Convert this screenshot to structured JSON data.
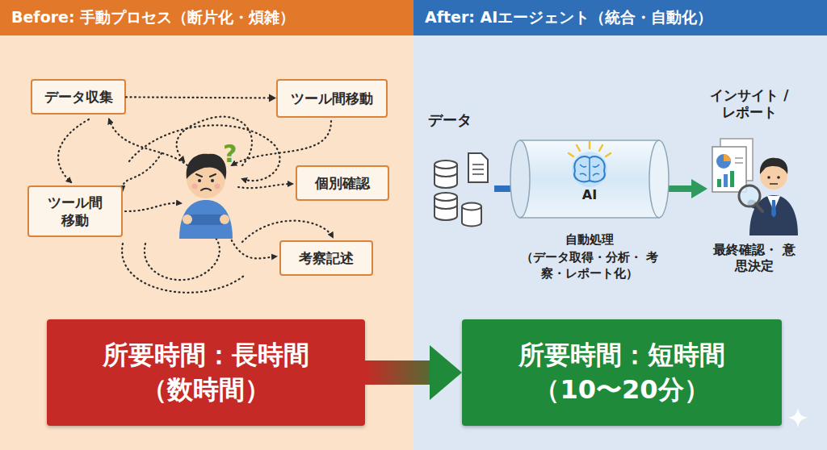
{
  "diagram": {
    "nodes": [
      {
        "text": [
          "Before: 手動プロセス（断片化・煩雑）"
        ]
      },
      {
        "text": [
          "データ収集"
        ],
        "in": 0
      },
      {
        "text": [
          "ツール間移動"
        ],
        "in": 0
      },
      {
        "text": [
          "ツール間 移動"
        ],
        "in": 0
      },
      {
        "text": [
          "個別確認"
        ],
        "in": 0
      },
      {
        "text": [
          "考察記述"
        ],
        "in": 0
      },
      {
        "text": [
          "所要時間：長時間",
          "（数時間）"
        ],
        "in": 0
      },
      {
        "text": [
          "After: AIエージェント（統合・自動化）"
        ]
      },
      {
        "text": [
          "AI",
          "自動処理",
          "（データ取得・分析・ 考察・レポート化）"
        ],
        "in": 7
      },
      {
        "text": [
          "所要時間：短時間",
          "（10〜20分）"
        ],
        "in": 7
      }
    ],
    "edges": [
      {
        "from": 1,
        "to": 2,
        "arrow": "to"
      },
      {
        "from": 6,
        "to": 9,
        "arrow": "to"
      }
    ],
    "labels": [
      "?",
      "データ",
      "インサイト / レポート",
      "最終確認・ 意思決定"
    ]
  }
}
